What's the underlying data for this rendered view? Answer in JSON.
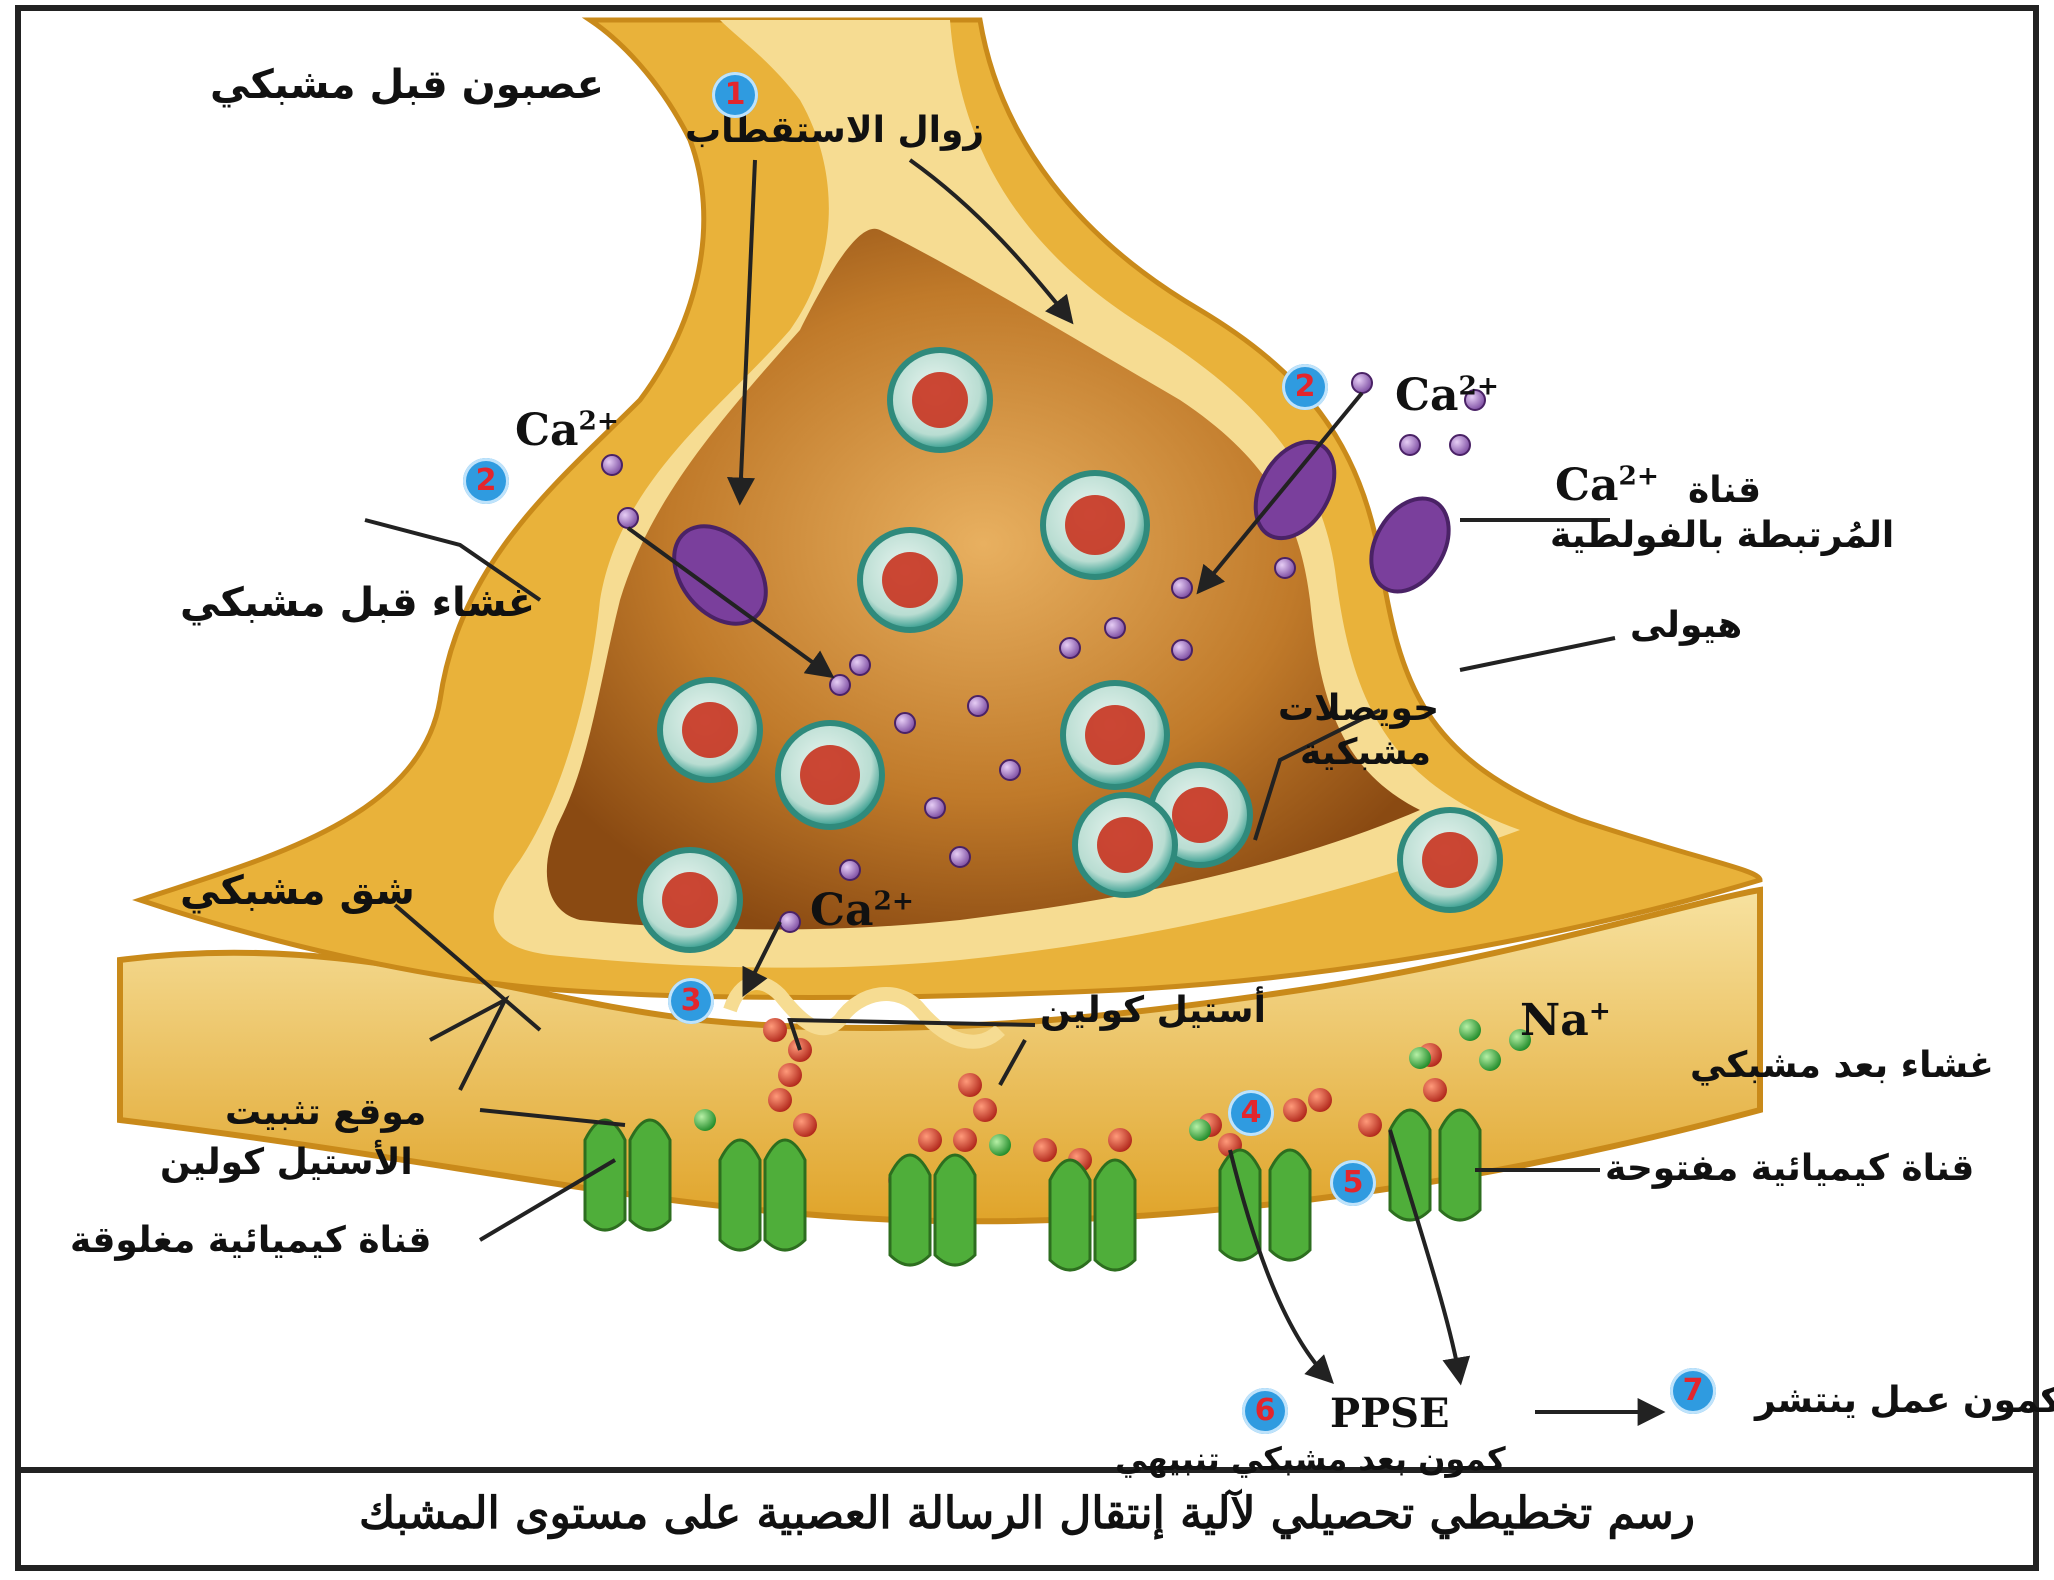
{
  "labels": {
    "presynaptic_neuron": "عصبون قبل مشبكي",
    "depolarization": "زوال الاستقطاب",
    "presynaptic_membrane": "غشاء قبل مشبكي",
    "voltage_channel_line1": "قناة",
    "voltage_channel_line2": "المُرتبطة بالفولطية",
    "cytoplasm": "هيولى",
    "vesicles_line1": "حويصلات",
    "vesicles_line2": "مشبكية",
    "synaptic_cleft": "شق مشبكي",
    "acetylcholine": "أستيل كولين",
    "postsynaptic_membrane": "غشاء بعد مشبكي",
    "binding_site_line1": "موقع تثبيت",
    "binding_site_line2": "الأستيل كولين",
    "open_channel": "قناة كيميائية مفتوحة",
    "closed_channel": "قناة كيميائية مغلوقة",
    "ppse": "PPSE",
    "ppse_desc": "كمون بعد مشبكي تنبيهي",
    "action_potential": "كمون عمل ينتشر"
  },
  "ions": {
    "calcium": "Ca",
    "calcium_charge": "2+",
    "sodium": "Na",
    "sodium_charge": "+"
  },
  "steps": [
    "1",
    "2",
    "2",
    "3",
    "4",
    "5",
    "6",
    "7"
  ],
  "caption": "رسم تخطيطي تحصيلي لآلية إنتقال الرسالة العصبية على مستوى المشبك",
  "colors": {
    "neuron_outer": "#e9b23a",
    "neuron_light": "#f6dc92",
    "cytoplasm": "#a8621c",
    "vesicle_ring": "#2f9a8c",
    "neurotransmitter": "#c8331f",
    "calcium_ion": "#9c6ac2",
    "voltage_channel": "#7a3f9c",
    "chemical_channel": "#4fae3a",
    "sodium_ion": "#2fa637",
    "step_badge": "#2f9be0"
  }
}
